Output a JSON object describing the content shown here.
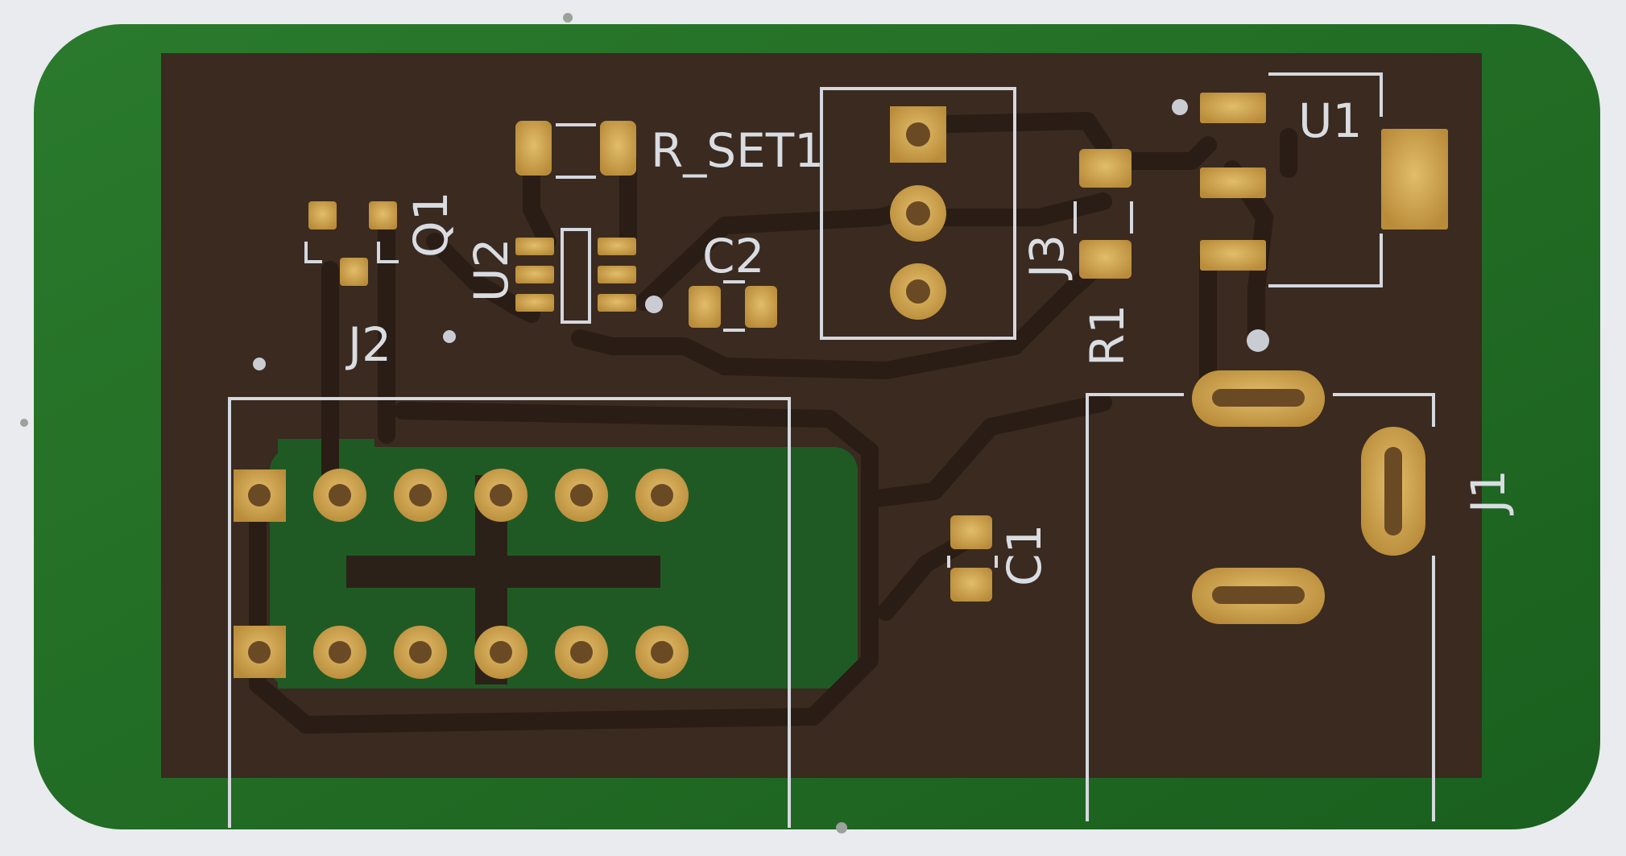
{
  "image": {
    "subject": "printed-circuit-board",
    "colors": {
      "background": "#e9ebef",
      "solder_mask_green": "#1f6b22",
      "copper_fill_dark": "#3a2a20",
      "trace": "#2c2119",
      "pad_gold": "#d6ab52",
      "silkscreen": "#d9dde2"
    }
  },
  "labels": {
    "r_set1": "R_SET1",
    "q1": "Q1",
    "u2": "U2",
    "c2": "C2",
    "j3": "J3",
    "u1": "U1",
    "r1": "R1",
    "j2": "J2",
    "c1": "C1",
    "j1": "J1"
  }
}
